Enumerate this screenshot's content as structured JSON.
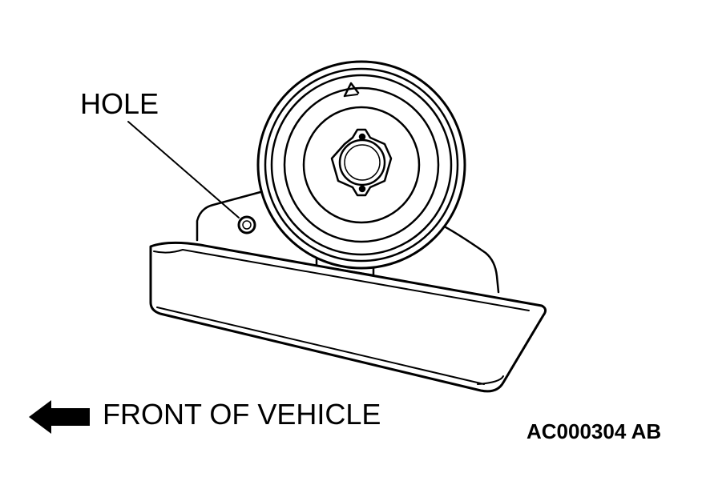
{
  "labels": {
    "hole": "HOLE",
    "front_of_vehicle": "FRONT OF VEHICLE",
    "figure_code": "AC000304 AB"
  },
  "icons": {
    "direction_arrow": "left-arrow-icon"
  },
  "colors": {
    "ink": "#000000",
    "paper": "#ffffff"
  }
}
